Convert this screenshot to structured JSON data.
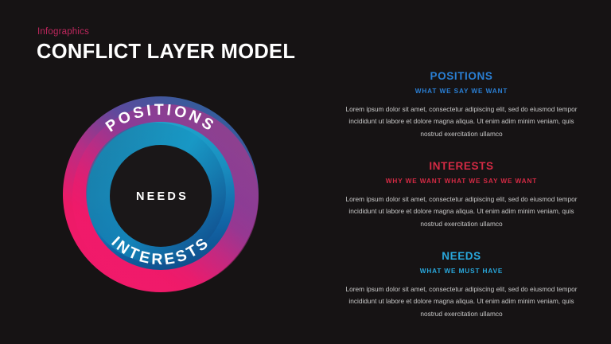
{
  "header": {
    "eyebrow": "Infographics",
    "title": "CONFLICT LAYER MODEL",
    "eyebrow_color": "#c0275e"
  },
  "diagram": {
    "outer_ring_label": "POSITIONS",
    "inner_ring_label": "INTERESTS",
    "center_label": "NEEDS",
    "colors": {
      "outer_ring_pink": "#ec1a67",
      "outer_ring_magenta": "#c42a7e",
      "outer_ring_purple": "#5b4a9e",
      "outer_ring_blue": "#2b5f9e",
      "inner_ring_cyan": "#1a9fc8",
      "inner_ring_blue": "#1266a8",
      "inner_ring_dark_blue": "#114f86",
      "center_fill": "#1a1718"
    }
  },
  "panel": {
    "blocks": [
      {
        "title": "POSITIONS",
        "subtitle": "WHAT WE SAY WE WANT",
        "body": "Lorem ipsum dolor sit amet, consectetur adipiscing elit, sed do eiusmod tempor incididunt ut labore et dolore magna aliqua. Ut enim adim minim veniam, quis nostrud exercitation ullamco",
        "color": "#2a7fd4"
      },
      {
        "title": "INTERESTS",
        "subtitle": "WHY WE WANT WHAT WE SAY WE WANT",
        "body": "Lorem ipsum dolor sit amet, consectetur adipiscing elit, sed do eiusmod tempor incididunt ut labore et dolore magna aliqua. Ut enim adim minim veniam, quis nostrud exercitation ullamco",
        "color": "#d42a44"
      },
      {
        "title": "NEEDS",
        "subtitle": "WHAT WE MUST HAVE",
        "body": "Lorem ipsum dolor sit amet, consectetur adipiscing elit, sed do eiusmod tempor incididunt ut labore et dolore magna aliqua. Ut enim adim minim veniam, quis nostrud exercitation ullamco",
        "color": "#29a8dd"
      }
    ]
  }
}
